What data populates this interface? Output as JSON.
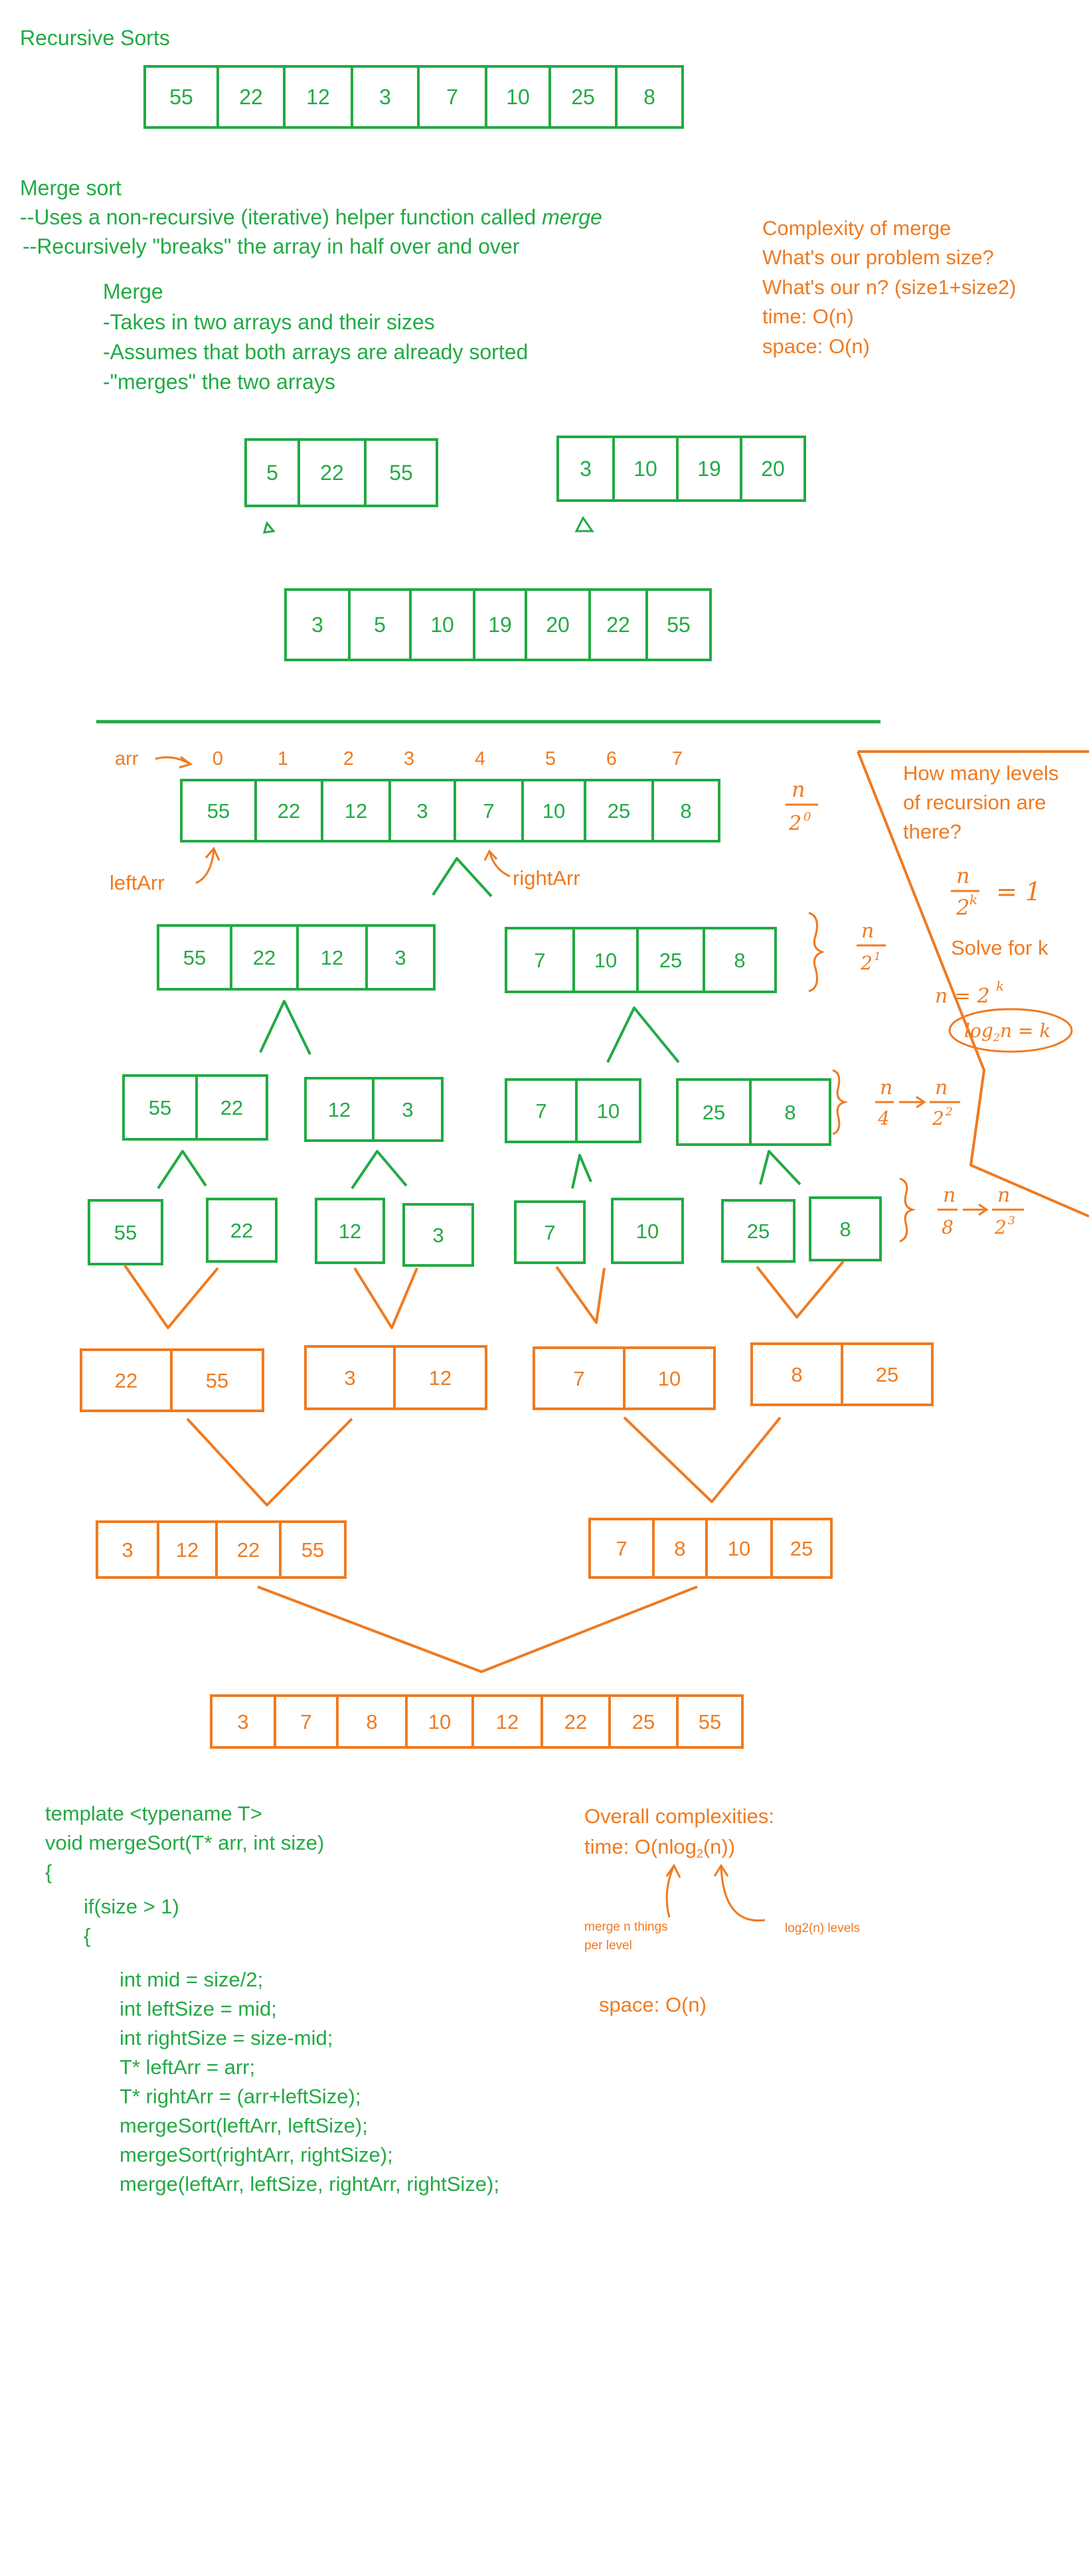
{
  "colors": {
    "green": "#22aa44",
    "orange": "#f07a20"
  },
  "title": "Recursive Sorts",
  "top_array": [
    "55",
    "22",
    "12",
    "3",
    "7",
    "10",
    "25",
    "8"
  ],
  "merge_sort_notes": {
    "heading": "Merge sort",
    "line1_prefix": "--Uses a non-recursive (iterative) helper function called ",
    "line1_em": "merge",
    "line2": "--Recursively \"breaks\" the array in half over and over"
  },
  "merge_notes": {
    "heading": "Merge",
    "lines": [
      "-Takes in two arrays and their sizes",
      "-Assumes that both arrays are already sorted",
      "-\"merges\" the two arrays"
    ]
  },
  "complexity_notes": {
    "lines": [
      "Complexity of merge",
      "What's our problem size?",
      "What's our n? (size1+size2)",
      "time: O(n)",
      "space:  O(n)"
    ]
  },
  "merge_example": {
    "left": [
      "5",
      "22",
      "55"
    ],
    "right": [
      "3",
      "10",
      "19",
      "20"
    ],
    "result": [
      "3",
      "5",
      "10",
      "19",
      "20",
      "22",
      "55"
    ]
  },
  "tree": {
    "arr_label": "arr",
    "indices": [
      "0",
      "1",
      "2",
      "3",
      "4",
      "5",
      "6",
      "7"
    ],
    "root": [
      "55",
      "22",
      "12",
      "3",
      "7",
      "10",
      "25",
      "8"
    ],
    "left_arr_label": "leftArr",
    "right_arr_label": "rightArr",
    "level1": [
      [
        "55",
        "22",
        "12",
        "3"
      ],
      [
        "7",
        "10",
        "25",
        "8"
      ]
    ],
    "level2": [
      [
        "55",
        "22"
      ],
      [
        "12",
        "3"
      ],
      [
        "7",
        "10"
      ],
      [
        "25",
        "8"
      ]
    ],
    "level3": [
      "55",
      "22",
      "12",
      "3",
      "7",
      "10",
      "25",
      "8"
    ],
    "merged1": [
      [
        "22",
        "55"
      ],
      [
        "3",
        "12"
      ],
      [
        "7",
        "10"
      ],
      [
        "8",
        "25"
      ]
    ],
    "merged2": [
      [
        "3",
        "12",
        "22",
        "55"
      ],
      [
        "7",
        "8",
        "10",
        "25"
      ]
    ],
    "merged3": [
      "3",
      "7",
      "8",
      "10",
      "12",
      "22",
      "25",
      "55"
    ]
  },
  "levels_note": {
    "question": [
      "How many levels",
      "of recursion are",
      "there?"
    ],
    "solve": "Solve for k",
    "eq1_num": "n",
    "eq1_den": "2",
    "eq1_exp": "k",
    "eq1_rhs": "= 1",
    "eq2": "n = 2",
    "eq2_exp": "k",
    "eq3": "log",
    "eq3_sub": "2",
    "eq3_rest": "n = k"
  },
  "side_fractions": {
    "f0": {
      "num": "n",
      "den": "2",
      "exp": "0"
    },
    "f1": {
      "num": "n",
      "den": "2",
      "exp": "1"
    },
    "f2": {
      "num": "n",
      "den": "4",
      "arrow_num": "n",
      "arrow_den": "2",
      "arrow_exp": "2"
    },
    "f3": {
      "num": "n",
      "den": "8",
      "arrow_num": "n",
      "arrow_den": "2",
      "arrow_exp": "3"
    }
  },
  "code": [
    "template <typename T>",
    "void mergeSort(T* arr, int size)",
    "{",
    "if(size > 1)",
    "{",
    "int mid = size/2;",
    "int leftSize = mid;",
    "int rightSize = size-mid;",
    "T* leftArr = arr;",
    "T* rightArr = (arr+leftSize);",
    "mergeSort(leftArr, leftSize);",
    "mergeSort(rightArr, rightSize);",
    "merge(leftArr, leftSize, rightArr, rightSize);"
  ],
  "overall": {
    "heading": "Overall complexities:",
    "time_prefix": "time: O(nlog",
    "time_sub": "2",
    "time_suffix": "(n))",
    "note_left": [
      "merge n things",
      "per level"
    ],
    "note_right": "log2(n) levels",
    "space": "space:  O(n)"
  }
}
